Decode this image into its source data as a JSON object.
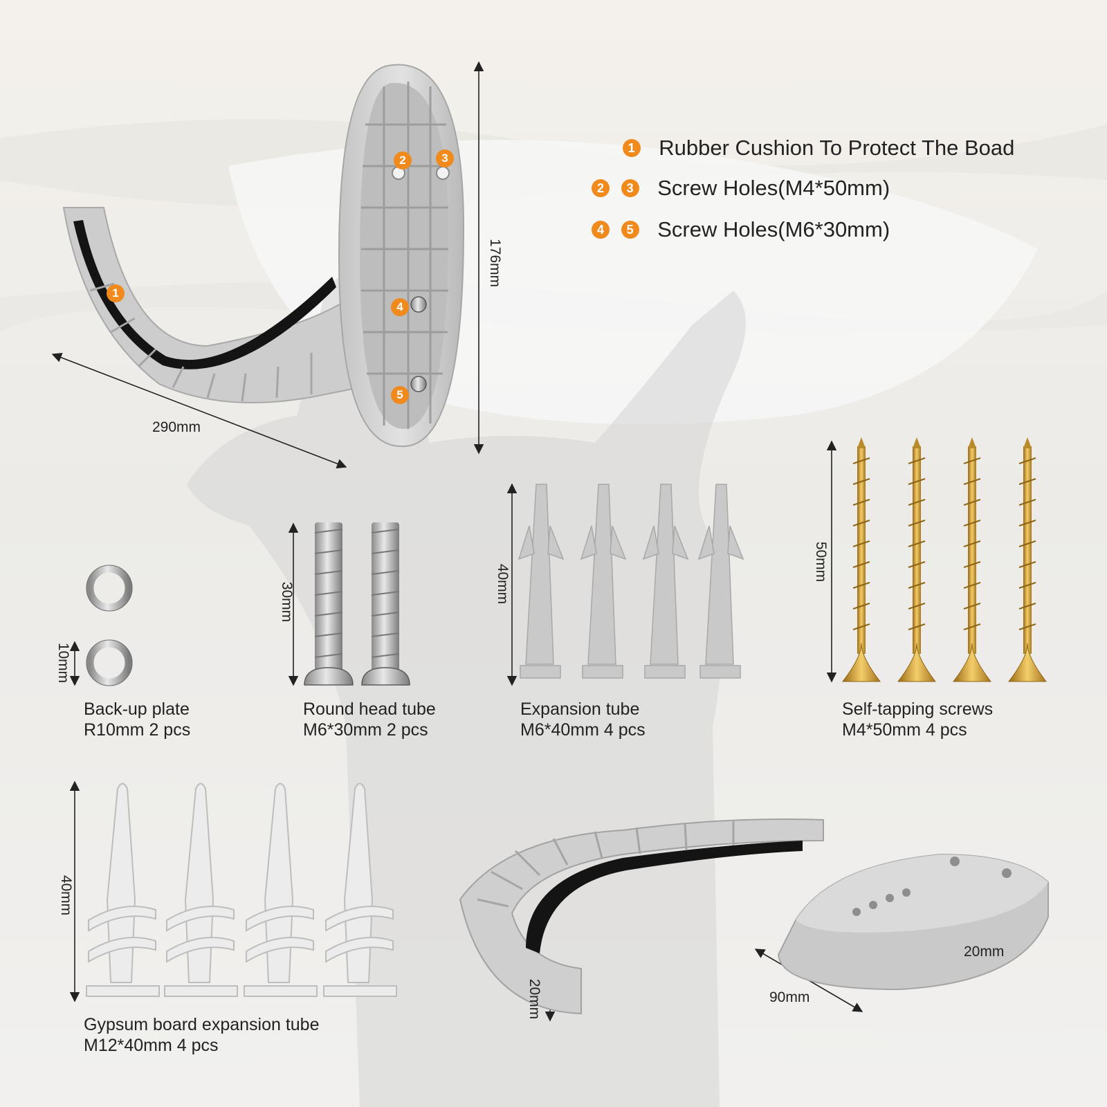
{
  "legend": [
    {
      "badges": [
        "1"
      ],
      "text": "Rubber Cushion To Protect The Boad"
    },
    {
      "badges": [
        "2",
        "3"
      ],
      "text": "Screw Holes(M4*50mm)"
    },
    {
      "badges": [
        "4",
        "5"
      ],
      "text": "Screw Holes(M6*30mm)"
    }
  ],
  "pins": [
    "1",
    "2",
    "3",
    "4",
    "5"
  ],
  "dimensions": {
    "hook_length": "290mm",
    "hook_height": "176mm",
    "washer": "10mm",
    "bolt": "30mm",
    "anchor": "40mm",
    "screw": "50mm",
    "gypsum": "40mm",
    "arm_thickness": "20mm",
    "base_height": "20mm",
    "base_width": "90mm"
  },
  "parts": {
    "washer": {
      "name": "Back-up plate",
      "spec": "R10mm 2 pcs"
    },
    "bolt": {
      "name": "Round head tube",
      "spec": "M6*30mm 2 pcs"
    },
    "anchor": {
      "name": "Expansion tube",
      "spec": "M6*40mm 4 pcs"
    },
    "screw": {
      "name": "Self-tapping screws",
      "spec": "M4*50mm 4 pcs"
    },
    "gypsum": {
      "name": "Gypsum board expansion tube",
      "spec": "M12*40mm 4 pcs"
    }
  },
  "colors": {
    "accent": "#f08a1c",
    "plastic": "#cfcfcf",
    "rubber": "#151515",
    "gold": "#d9a53a"
  }
}
